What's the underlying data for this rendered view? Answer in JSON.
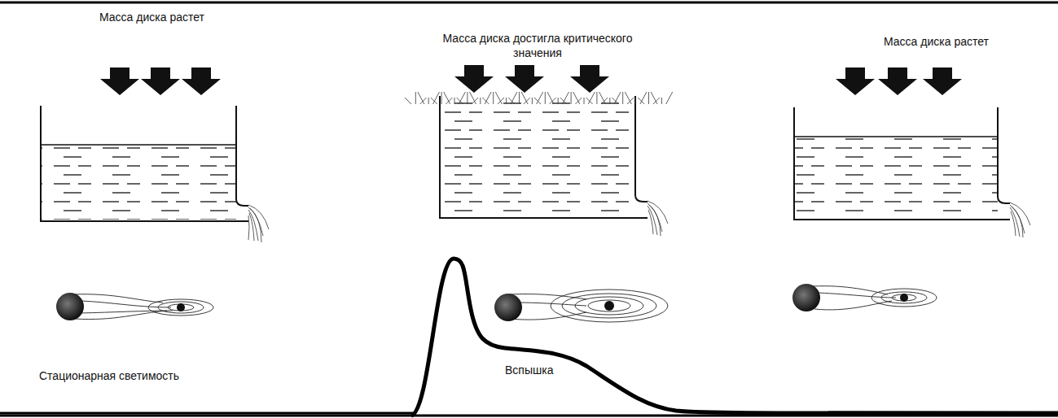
{
  "diagram": {
    "labels": [
      "Масса диска растет",
      "Масса диска достигла критического значения",
      "Масса диска растет",
      "Стационарная светимость",
      "Вспышка"
    ]
  }
}
